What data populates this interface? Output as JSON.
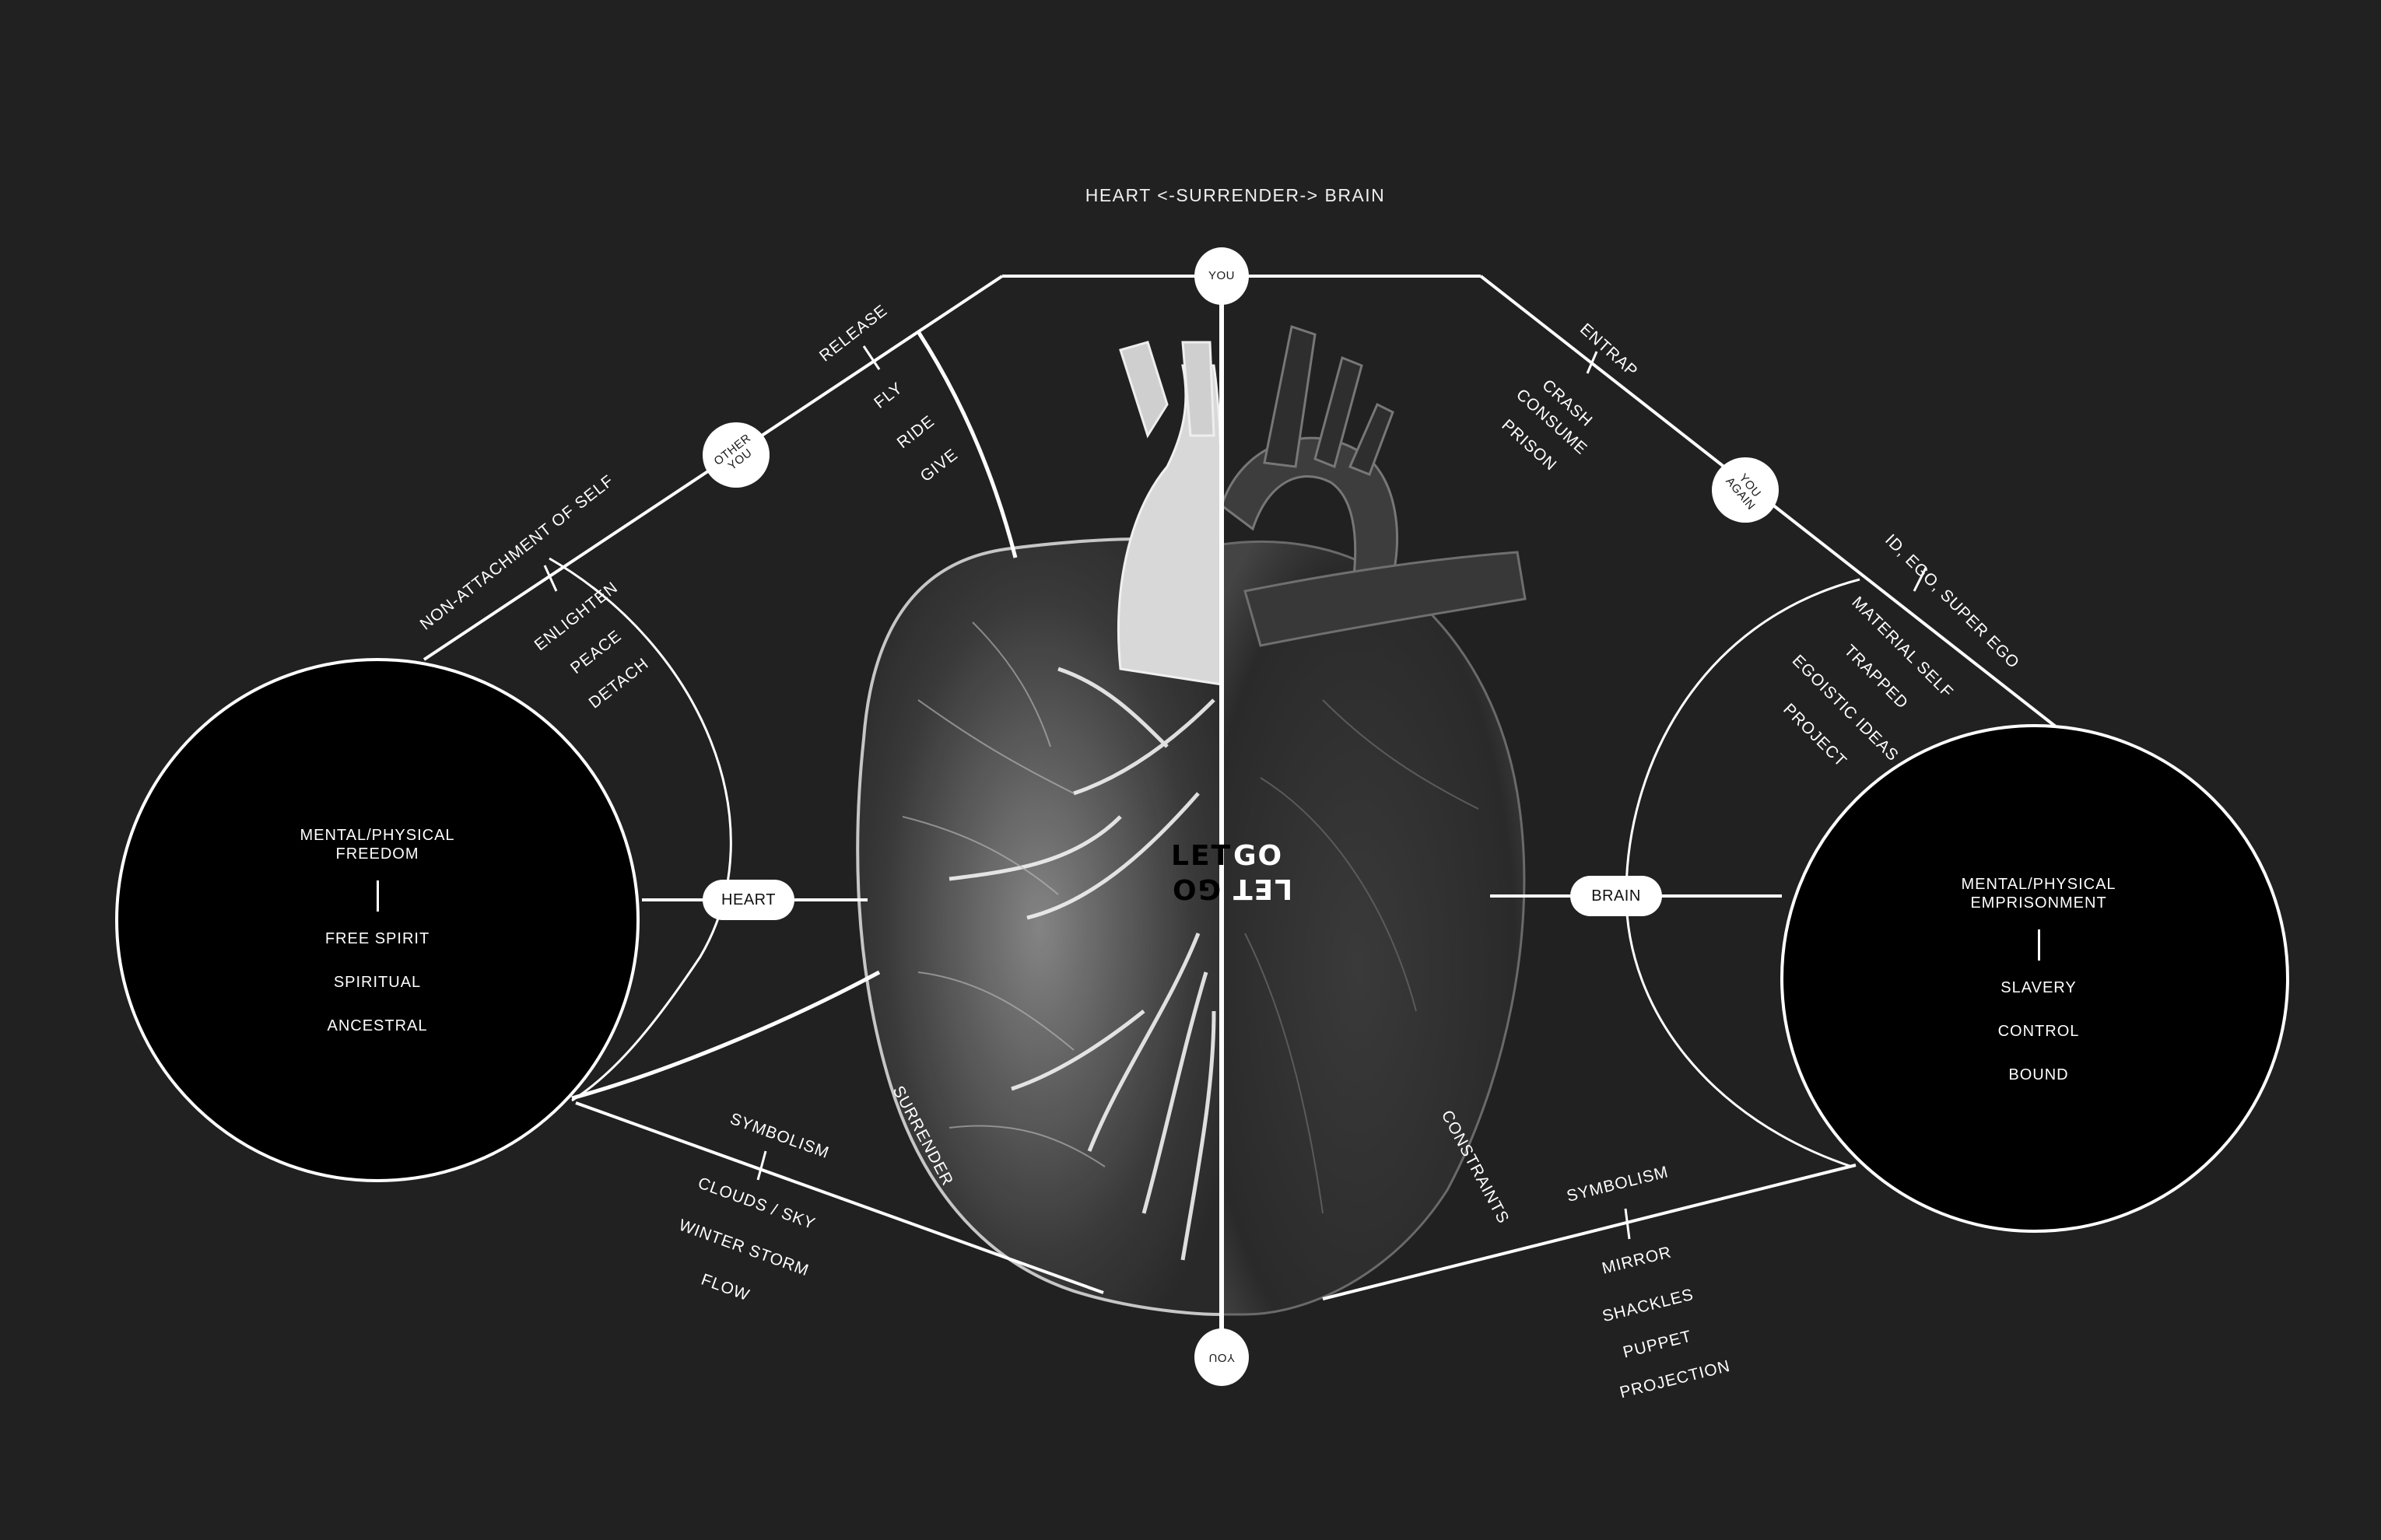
{
  "title": "HEART <-SURRENDER-> BRAIN",
  "colors": {
    "background": "#212121",
    "line": "#ffffff",
    "circle_fill": "#000000",
    "node_fill": "#ffffff",
    "node_text": "#1a1a1a"
  },
  "nodes": {
    "top_you": "YOU",
    "bottom_you": "YOU",
    "other_you": [
      "OTHER",
      "YOU"
    ],
    "you_again": [
      "YOU",
      "AGAIN"
    ],
    "heart": "HEART",
    "brain": "BRAIN"
  },
  "center_text": {
    "left_top": "LET",
    "right_top": "GO",
    "left_bottom_inverted": "GO",
    "right_bottom_inverted": "LET"
  },
  "left": {
    "upper_branch": {
      "label": "RELEASE",
      "items": [
        "FLY",
        "RIDE",
        "GIVE"
      ]
    },
    "middle_branch": {
      "label": "NON-ATTACHMENT OF SELF",
      "items": [
        "ENLIGHTEN",
        "PEACE",
        "DETACH"
      ]
    },
    "lower_branch": {
      "label": "SYMBOLISM",
      "items": [
        "CLOUDS / SKY",
        "WINTER STORM",
        "FLOW"
      ]
    },
    "side_label": "SURRENDER",
    "circle": {
      "heading": [
        "MENTAL/PHYSICAL",
        "FREEDOM"
      ],
      "items": [
        "FREE SPIRIT",
        "SPIRITUAL",
        "ANCESTRAL"
      ]
    }
  },
  "right": {
    "upper_branch": {
      "label": "ENTRAP",
      "items": [
        "CRASH",
        "CONSUME",
        "PRISON"
      ]
    },
    "middle_branch": {
      "label": "ID, EGO, SUPER EGO",
      "items": [
        "MATERIAL SELF",
        "TRAPPED",
        "EGOISTIC IDEAS",
        "PROJECT"
      ]
    },
    "lower_branch": {
      "label": "SYMBOLISM",
      "items": [
        "MIRROR",
        "SHACKLES",
        "PUPPET",
        "PROJECTION"
      ]
    },
    "side_label_mirrored": "CONSTRAINTS",
    "circle": {
      "heading": [
        "MENTAL/PHYSICAL",
        "EMPRISONMENT"
      ],
      "items": [
        "SLAVERY",
        "CONTROL",
        "BOUND"
      ]
    }
  },
  "image": {
    "description": "anatomical heart, left half white x-ray with vessels, right half grey translucent"
  }
}
